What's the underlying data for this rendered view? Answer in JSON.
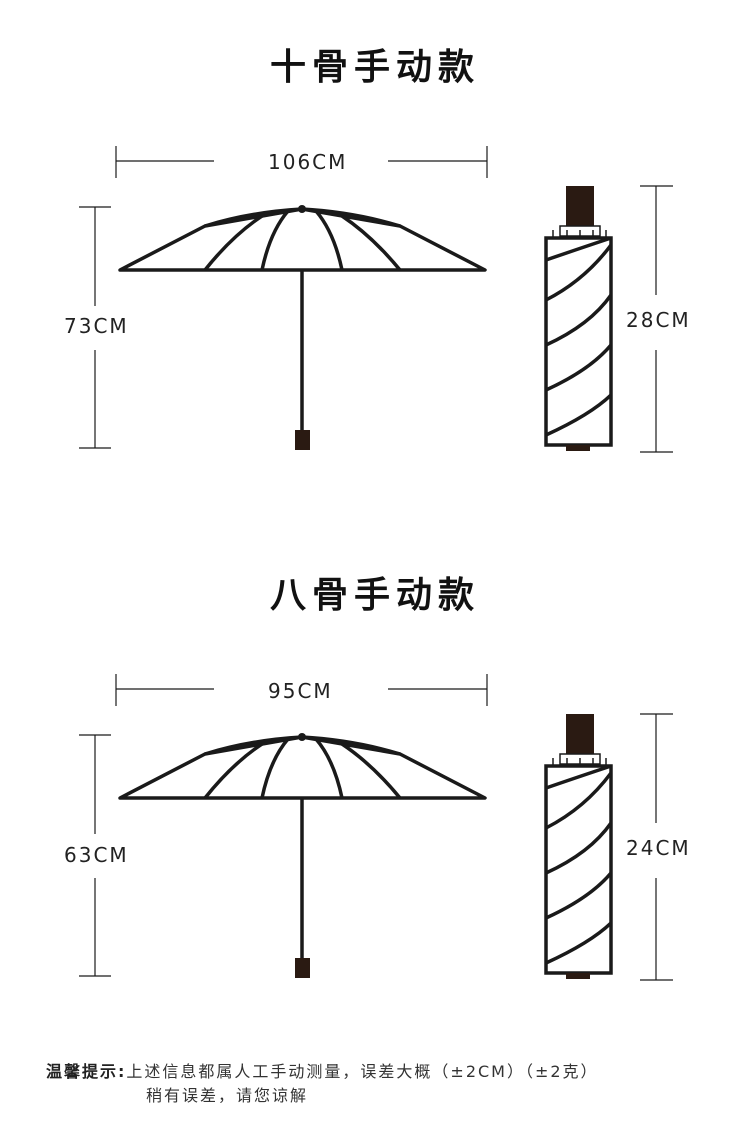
{
  "sections": [
    {
      "title": "十骨手动款",
      "width_label": "106CM",
      "open_height_label": "73CM",
      "folded_length_label": "28CM"
    },
    {
      "title": "八骨手动款",
      "width_label": "95CM",
      "open_height_label": "63CM",
      "folded_length_label": "24CM"
    }
  ],
  "note": {
    "label": "温馨提示:",
    "line1": "上述信息都属人工手动测量，误差大概（±2CM）（±2克）",
    "line2": "稍有误差，请您谅解"
  },
  "colors": {
    "stroke": "#1a1a1a",
    "handle": "#2a1a12",
    "text": "#222222"
  }
}
